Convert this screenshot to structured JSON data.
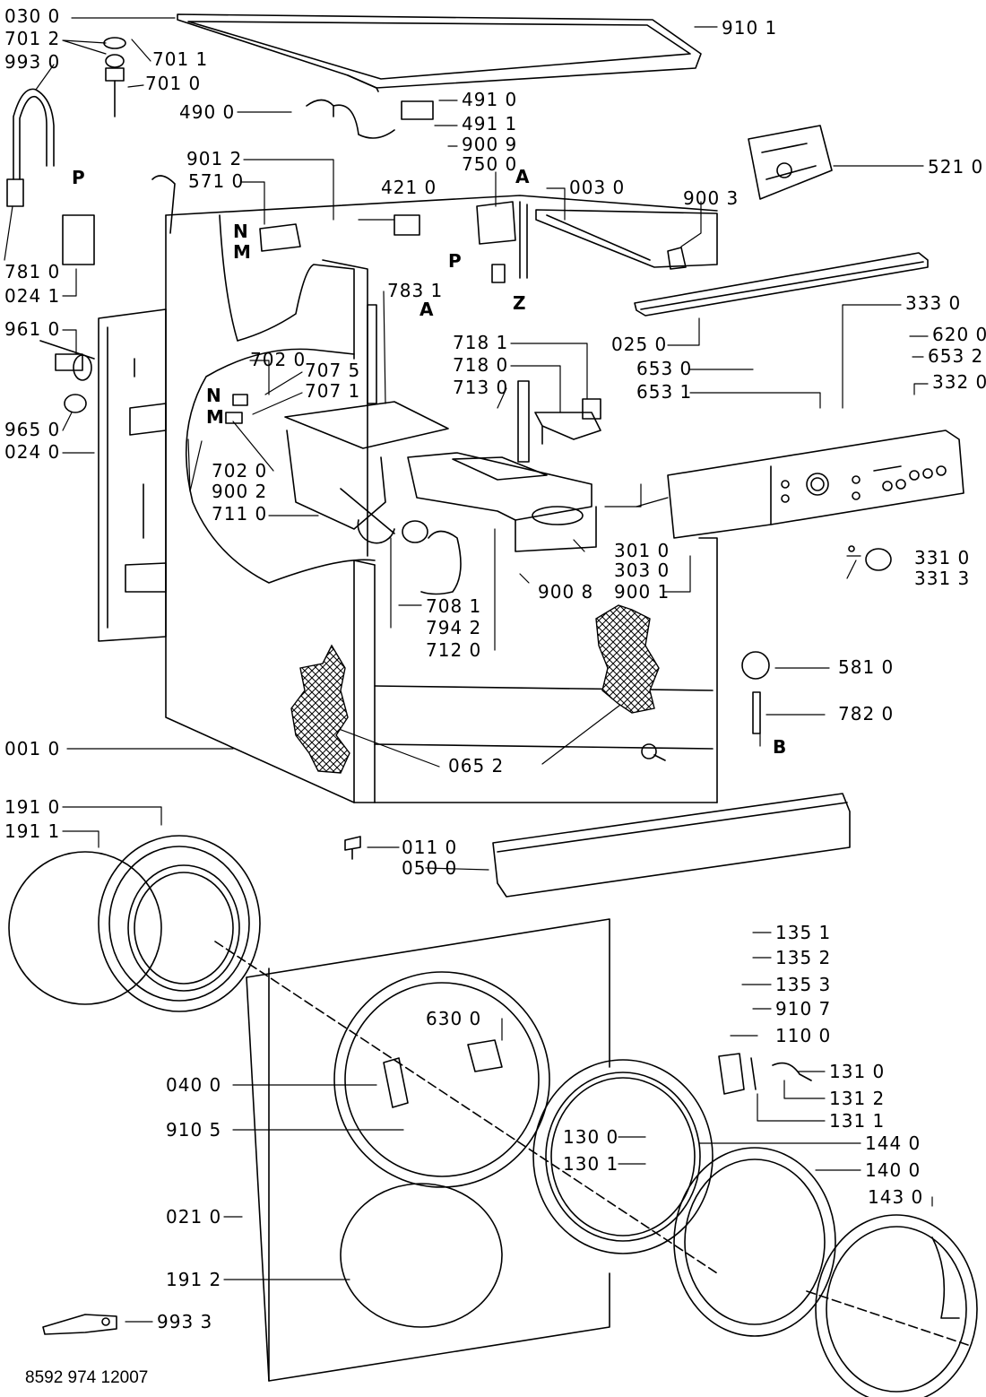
{
  "labels": {
    "l1": "030 0",
    "l2": "701 2",
    "l3": "993 0",
    "l4": "701 1",
    "l5": "701 0",
    "l6": "490 0",
    "l7": "491 0",
    "l8": "491 1",
    "l9": "900 9",
    "l10": "750 0",
    "l11": "910 1",
    "l12": "521 0",
    "l13": "901 2",
    "l14": "571 0",
    "l15": "421 0",
    "l16": "003 0",
    "l17": "900 3",
    "l18": "781 0",
    "l19": "024 1",
    "l20": "783 1",
    "l21": "025 0",
    "l22": "333 0",
    "l23": "620 0",
    "l24": "653 2",
    "l25": "332 0",
    "l26": "653 0",
    "l27": "653 1",
    "l28": "961 0",
    "l29": "702 0",
    "l30": "707 5",
    "l31": "707 1",
    "l32": "718 1",
    "l33": "718 0",
    "l34": "713 0",
    "l35": "965 0",
    "l36": "024 0",
    "l37": "702 0",
    "l38": "900 2",
    "l39": "711 0",
    "l40": "301 0",
    "l41": "303 0",
    "l42": "900 1",
    "l43": "900 8",
    "l44": "331 0",
    "l45": "331 3",
    "l46": "708 1",
    "l47": "794 2",
    "l48": "712 0",
    "l49": "581 0",
    "l50": "782 0",
    "l51": "001 0",
    "l52": "065 2",
    "l53": "191 0",
    "l54": "191 1",
    "l55": "011 0",
    "l56": "050 0",
    "l57": "135 1",
    "l58": "135 2",
    "l59": "135 3",
    "l60": "910 7",
    "l61": "110 0",
    "l62": "630 0",
    "l63": "040 0",
    "l64": "131 0",
    "l65": "131 2",
    "l66": "131 1",
    "l67": "910 5",
    "l68": "130 0",
    "l69": "144 0",
    "l70": "130 1",
    "l71": "140 0",
    "l72": "021 0",
    "l73": "143 0",
    "l74": "191 2",
    "l75": "993 3"
  },
  "letters": {
    "p1": "P",
    "a1": "A",
    "n1": "N",
    "m1": "M",
    "p2": "P",
    "z1": "Z",
    "a2": "A",
    "n2": "N",
    "m2": "M",
    "b1": "B"
  },
  "document_number": "8592 974 12007"
}
